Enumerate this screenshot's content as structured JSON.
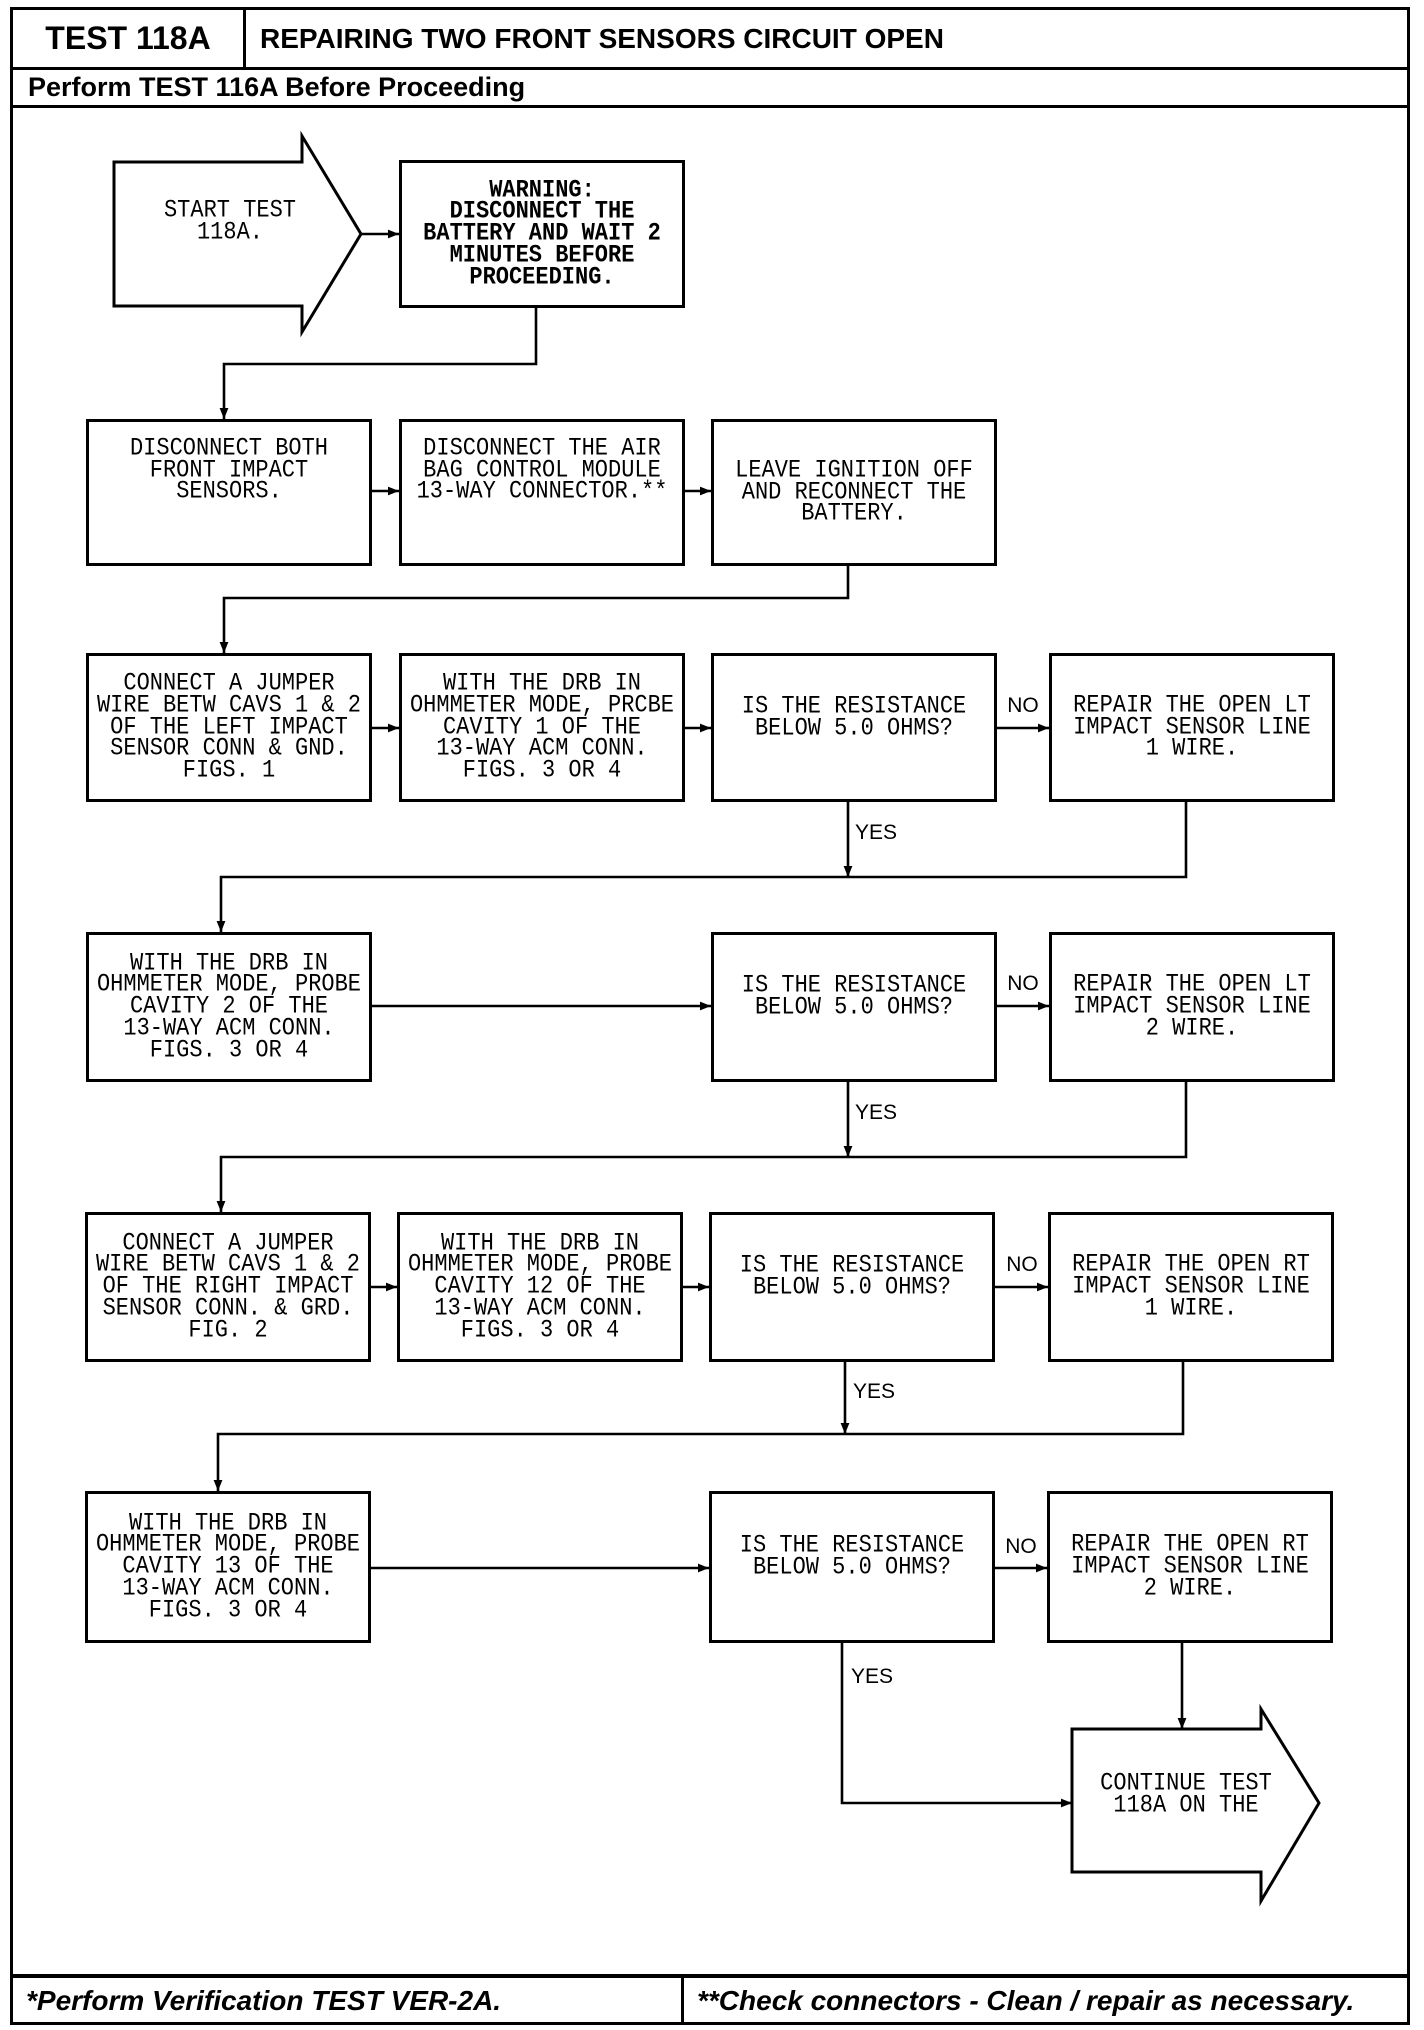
{
  "header": {
    "test_id": "TEST 118A",
    "title": "REPAIRING TWO FRONT SENSORS CIRCUIT OPEN",
    "prerequisite": "Perform TEST 116A Before Proceeding"
  },
  "flowchart": {
    "start": [
      "START TEST",
      "118A."
    ],
    "warning": [
      "WARNING:",
      "DISCONNECT THE",
      "BATTERY AND WAIT 2",
      "MINUTES BEFORE",
      "PROCEEDING."
    ],
    "disconnect_sensors": [
      "DISCONNECT BOTH",
      "FRONT IMPACT",
      "SENSORS."
    ],
    "disconnect_module": [
      "DISCONNECT THE AIR",
      "BAG CONTROL MODULE",
      "13-WAY CONNECTOR.**"
    ],
    "reconnect_battery": [
      "LEAVE IGNITION OFF",
      "AND RECONNECT THE",
      "BATTERY."
    ],
    "jumper_left": [
      "CONNECT A JUMPER",
      "WIRE BETW CAVS 1 & 2",
      "OF THE LEFT IMPACT",
      "SENSOR CONN & GND.",
      "FIGS. 1"
    ],
    "probe_cavity_1": [
      "WITH THE DRB IN",
      "OHMMETER MODE, PRCBE",
      "CAVITY 1 OF THE",
      "13-WAY ACM CONN.",
      "FIGS. 3 OR 4"
    ],
    "check_cavity_1": [
      "IS THE RESISTANCE",
      "BELOW 5.0 OHMS?"
    ],
    "repair_lt_line_1": [
      "REPAIR THE OPEN LT",
      "IMPACT SENSOR LINE",
      "1 WIRE."
    ],
    "probe_cavity_2": [
      "WITH THE DRB IN",
      "OHMMETER MODE, PROBE",
      "CAVITY 2 OF THE",
      "13-WAY ACM CONN.",
      "FIGS. 3 OR 4"
    ],
    "check_cavity_2": [
      "IS THE RESISTANCE",
      "BELOW 5.0 OHMS?"
    ],
    "repair_lt_line_2": [
      "REPAIR THE OPEN LT",
      "IMPACT SENSOR LINE",
      "2 WIRE."
    ],
    "jumper_right": [
      "CONNECT A JUMPER",
      "WIRE BETW CAVS 1 & 2",
      "OF THE RIGHT IMPACT",
      "SENSOR CONN. & GRD.",
      "FIG. 2"
    ],
    "probe_cavity_12": [
      "WITH THE DRB IN",
      "OHMMETER MODE, PROBE",
      "CAVITY 12 OF THE",
      "13-WAY ACM CONN.",
      "FIGS. 3 OR 4"
    ],
    "check_cavity_12": [
      "IS THE RESISTANCE",
      "BELOW 5.0 OHMS?"
    ],
    "repair_rt_line_1": [
      "REPAIR THE OPEN RT",
      "IMPACT SENSOR LINE",
      "1 WIRE."
    ],
    "probe_cavity_13": [
      "WITH THE DRB IN",
      "OHMMETER MODE, PROBE",
      "CAVITY 13 OF THE",
      "13-WAY ACM CONN.",
      "FIGS. 3 OR 4"
    ],
    "check_cavity_13": [
      "IS THE RESISTANCE",
      "BELOW 5.0 OHMS?"
    ],
    "repair_rt_line_2": [
      "REPAIR THE OPEN RT",
      "IMPACT SENSOR LINE",
      "2 WIRE."
    ],
    "continue": [
      "CONTINUE TEST",
      "118A ON THE"
    ],
    "branch_labels": {
      "yes": "YES",
      "no": "NO"
    }
  },
  "footer": {
    "verification_note": "*Perform Verification TEST VER-2A.",
    "connector_note": "**Check connectors - Clean / repair as necessary."
  }
}
